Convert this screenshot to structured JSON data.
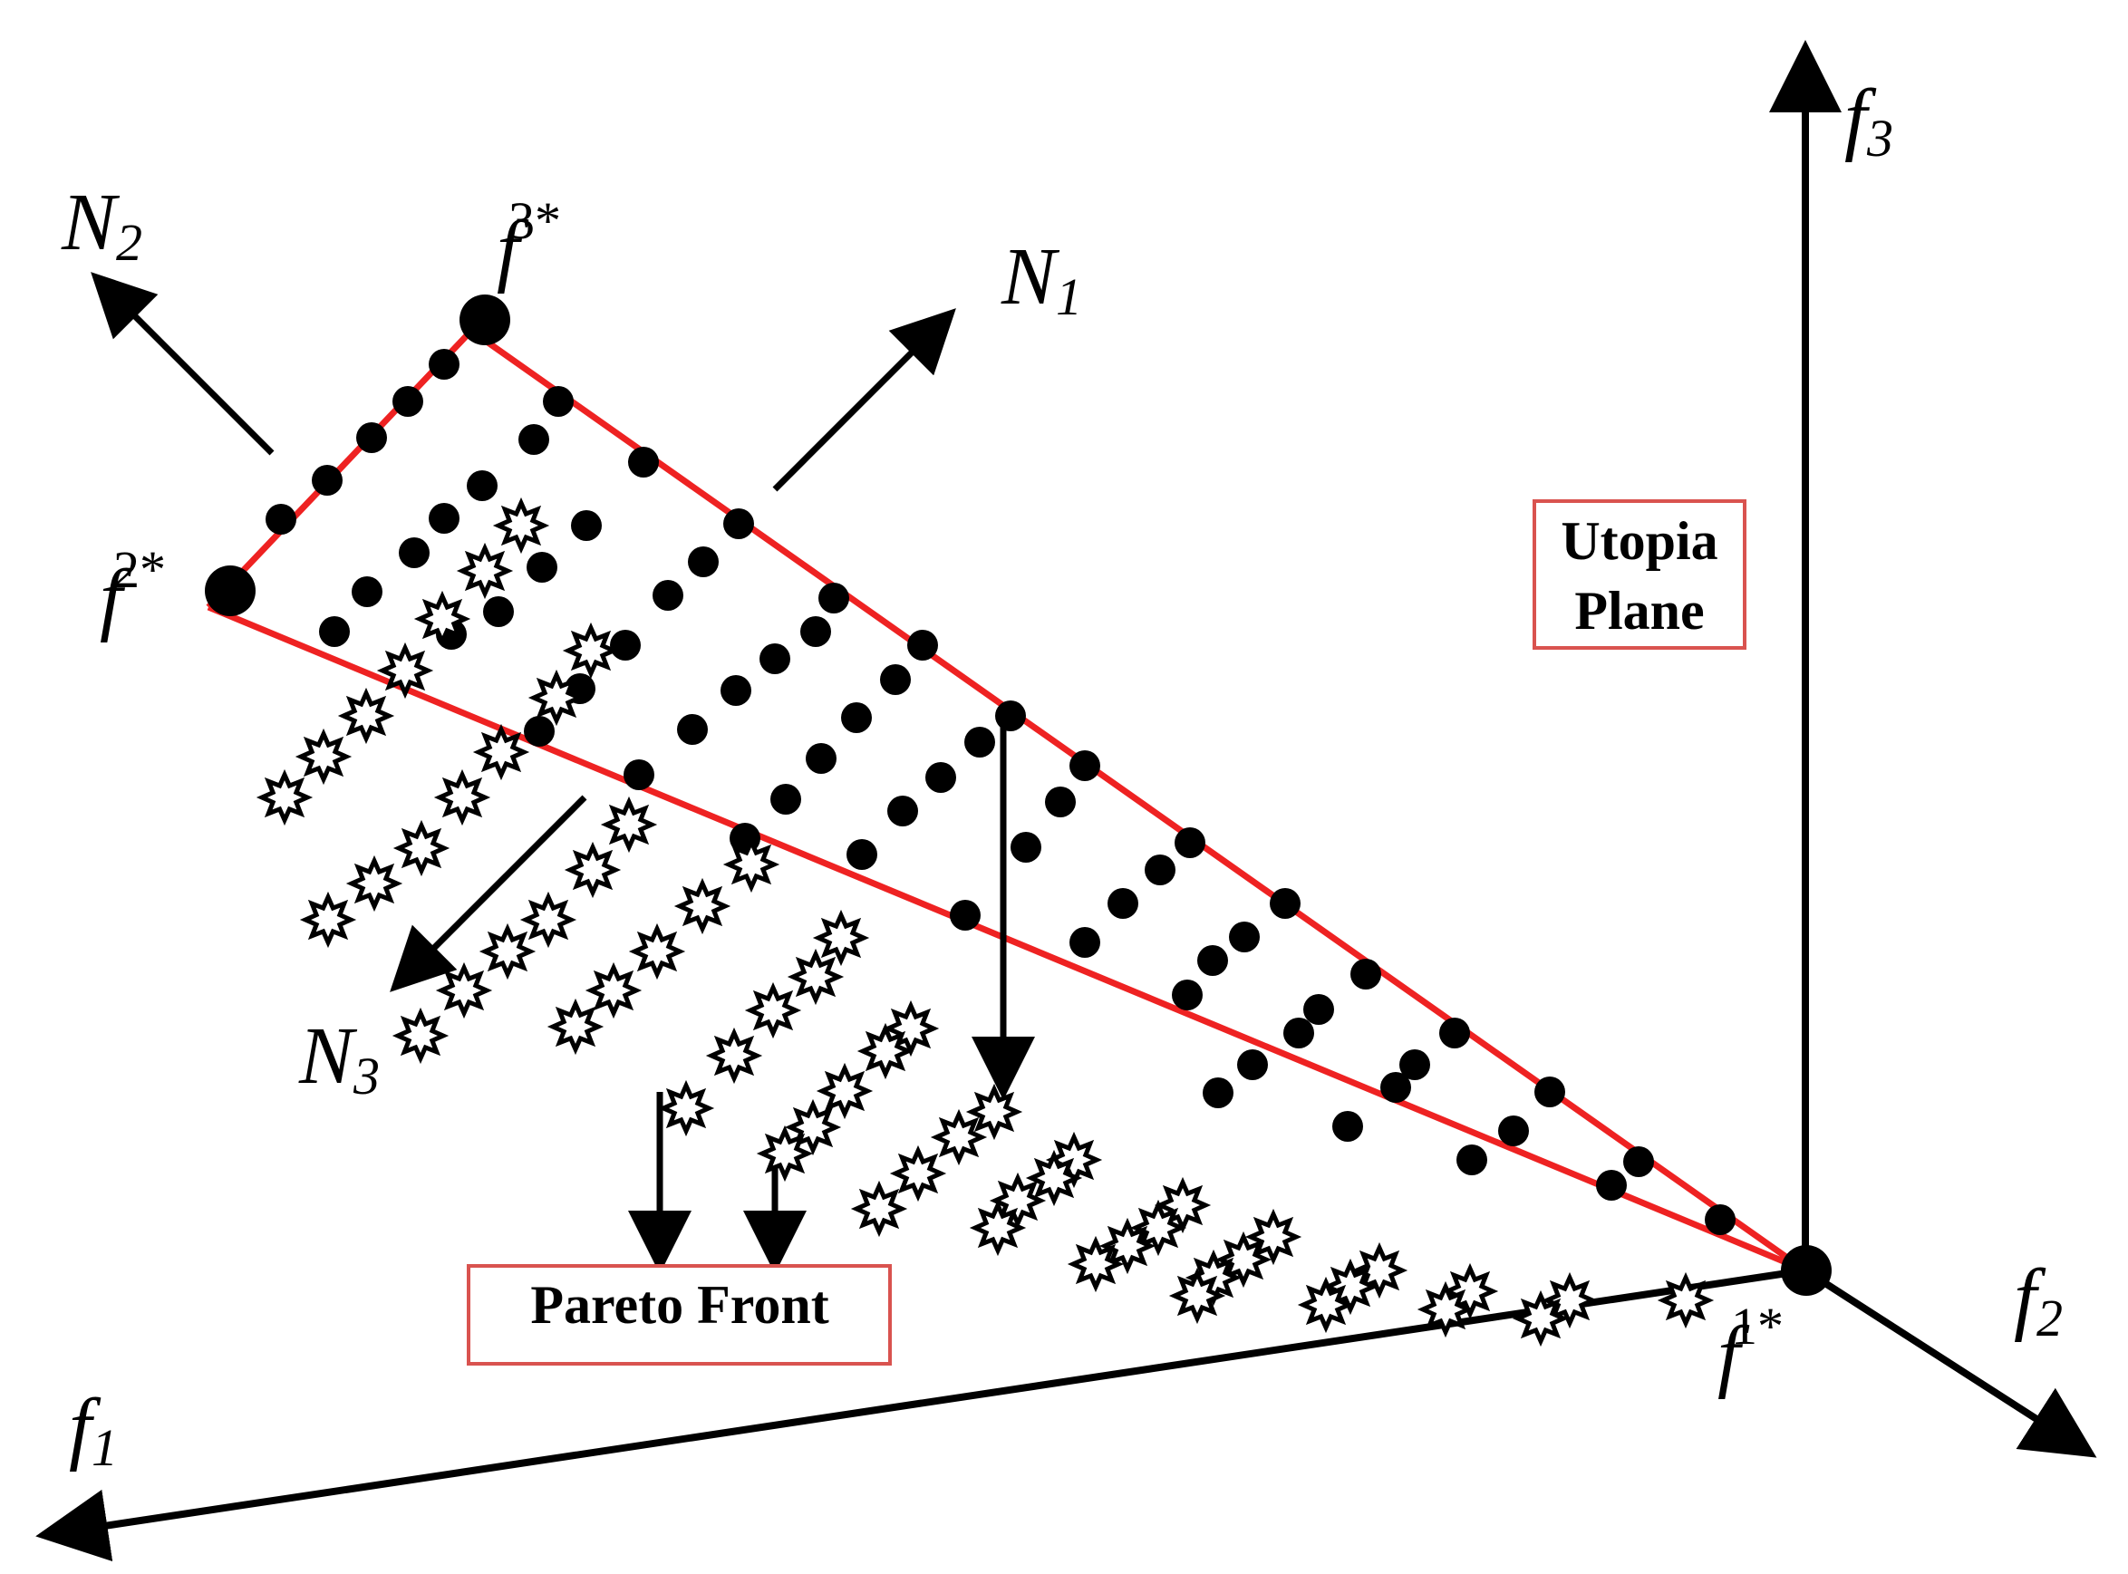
{
  "axes": {
    "f1": {
      "base": "f",
      "sub": "1"
    },
    "f2": {
      "base": "f",
      "sub": "2"
    },
    "f3": {
      "base": "f",
      "sub": "3"
    }
  },
  "anchors": {
    "f1star": {
      "base": "f",
      "sup": "1*"
    },
    "f2star": {
      "base": "f",
      "sup": "2*"
    },
    "f3star": {
      "base": "f",
      "sup": "3*"
    }
  },
  "normals": {
    "N1": {
      "base": "N",
      "sub": "1"
    },
    "N2": {
      "base": "N",
      "sub": "2"
    },
    "N3": {
      "base": "N",
      "sub": "3"
    }
  },
  "boxes": {
    "utopia_line1": "Utopia",
    "utopia_line2": "Plane",
    "pareto": "Pareto Front"
  },
  "colors": {
    "plane_edge": "#ee2222",
    "box_border": "#d9534f",
    "ink": "#000000"
  }
}
